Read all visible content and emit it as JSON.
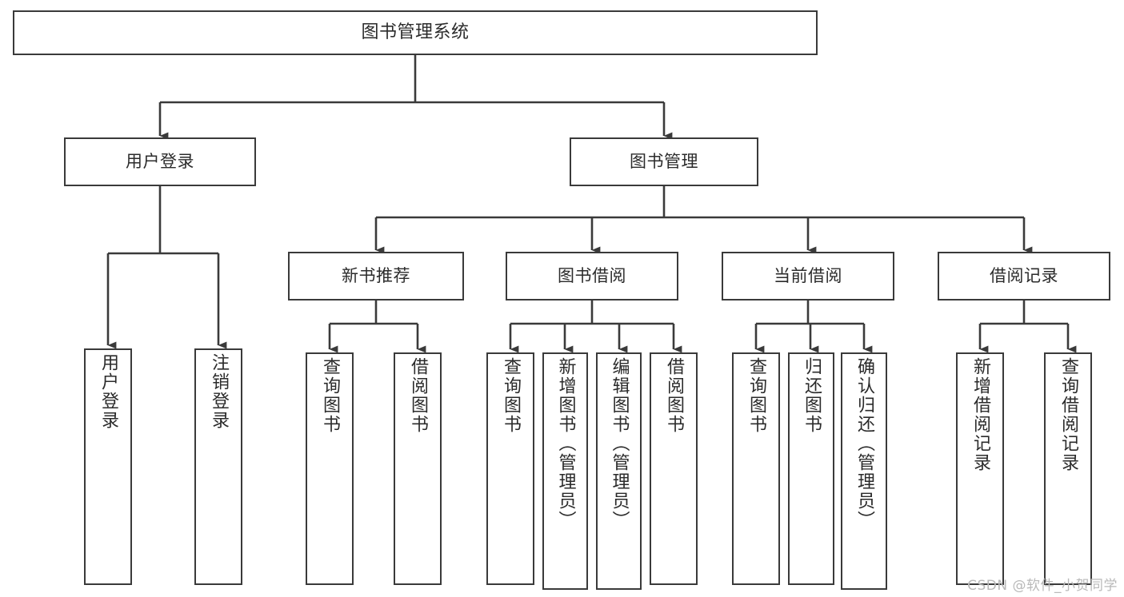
{
  "diagram": {
    "title": "图书管理系统",
    "type": "tree-hierarchy",
    "orientation": "top-down",
    "colors": {
      "box_border": "#3a3a3a",
      "box_fill": "#ffffff",
      "connector": "#3a3a3a",
      "text": "#2b2b2b",
      "watermark": "#b9b9b9",
      "background": "#ffffff"
    }
  },
  "root": {
    "label": "图书管理系统"
  },
  "level2": {
    "user_login": "用户登录",
    "book_manage": "图书管理"
  },
  "level3": {
    "new_book_recommend": "新书推荐",
    "book_borrow": "图书借阅",
    "current_borrow": "当前借阅",
    "borrow_record": "借阅记录"
  },
  "leaves": {
    "user_login_children": [
      "用户登录",
      "注销登录"
    ],
    "new_book_recommend_children": [
      "查询图书",
      "借阅图书"
    ],
    "book_borrow_children": [
      "查询图书",
      "新增图书（管理员）",
      "编辑图书（管理员）",
      "借阅图书"
    ],
    "current_borrow_children": [
      "查询图书",
      "归还图书",
      "确认归还（管理员）"
    ],
    "borrow_record_children": [
      "新增借阅记录",
      "查询借阅记录"
    ]
  },
  "watermark": {
    "text": "CSDN @软件_小贺同学"
  }
}
